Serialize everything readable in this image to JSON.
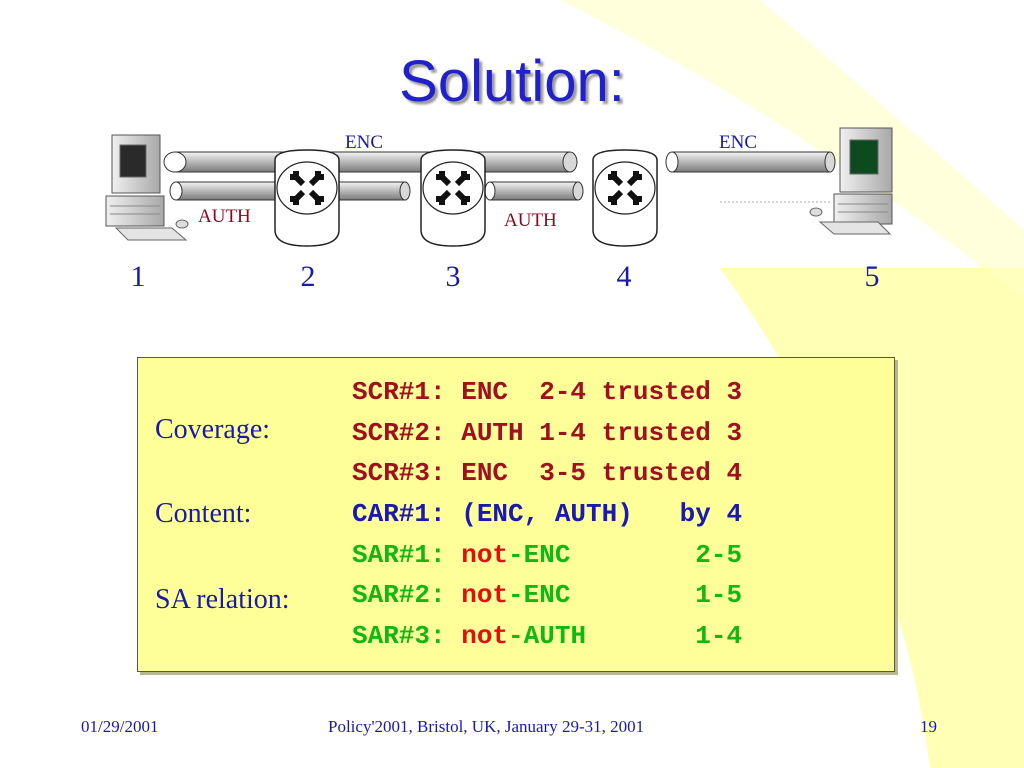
{
  "title": "Solution:",
  "diagram": {
    "tunnels": [
      {
        "label": "ENC"
      },
      {
        "label": "ENC"
      }
    ],
    "auth_labels": [
      "AUTH",
      "AUTH"
    ],
    "nodes": [
      "1",
      "2",
      "3",
      "4",
      "5"
    ]
  },
  "panel": {
    "coverage_label": "Coverage:",
    "content_label": "Content:",
    "sa_relation_label": "SA relation:",
    "rules": [
      {
        "parts": [
          {
            "text": "SCR#1: ENC  2-4 trusted 3",
            "tone": "red"
          }
        ]
      },
      {
        "parts": [
          {
            "text": "SCR#2: AUTH 1-4 trusted 3",
            "tone": "red"
          }
        ]
      },
      {
        "parts": [
          {
            "text": "SCR#3: ENC  3-5 trusted 4",
            "tone": "red"
          }
        ]
      },
      {
        "parts": [
          {
            "text": "CAR#1: (ENC, AUTH)   by 4",
            "tone": "blue"
          }
        ]
      },
      {
        "parts": [
          {
            "text": "SAR#1: ",
            "tone": "green"
          },
          {
            "text": "not",
            "tone": "bright-red"
          },
          {
            "text": "-ENC        2-5",
            "tone": "green"
          }
        ]
      },
      {
        "parts": [
          {
            "text": "SAR#2: ",
            "tone": "green"
          },
          {
            "text": "not",
            "tone": "bright-red"
          },
          {
            "text": "-ENC        1-5",
            "tone": "green"
          }
        ]
      },
      {
        "parts": [
          {
            "text": "SAR#3: ",
            "tone": "green"
          },
          {
            "text": "not",
            "tone": "bright-red"
          },
          {
            "text": "-AUTH       1-4",
            "tone": "green"
          }
        ]
      }
    ]
  },
  "footer": {
    "date": "01/29/2001",
    "event": "Policy'2001, Bristol, UK, January 29-31, 2001",
    "page": "19"
  },
  "colors": {
    "title": "#2020cc",
    "panel_bg": "#ffff99",
    "swoosh": "#ffff99",
    "rule_red": "#a01020",
    "rule_blue": "#1a1ab0",
    "rule_green": "#11b811",
    "not_red": "#e01010"
  }
}
